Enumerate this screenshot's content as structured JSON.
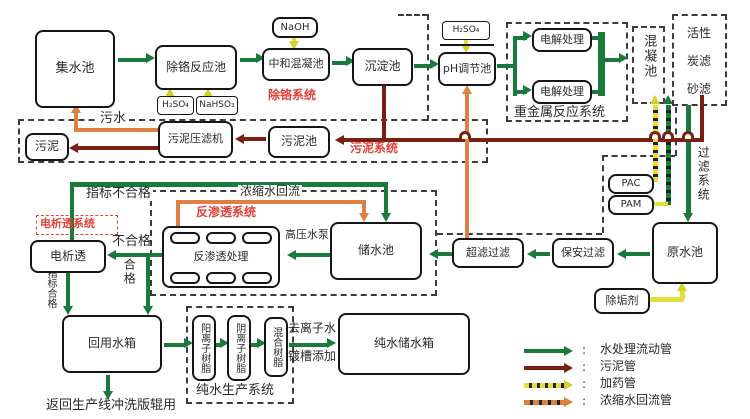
{
  "diagram": {
    "boxes": {
      "jishuichi": "集水池",
      "chuge_fanyingchi": "除铬反应池",
      "h2so4_a": "H₂SO₄",
      "nahso3": "NaHSO₃",
      "naoh": "NaOH",
      "zhonghe_hunningchi": "中和混凝池",
      "chendianchi": "沉淀池",
      "h2so4_b": "H₂SO₄",
      "ph_tiaojiechi": "pH调节池",
      "dianjie_chuli_1": "电解处理",
      "dianjie_chuli_2": "电解处理",
      "hunningchi": "混凝池",
      "huoxing_l1": "活性",
      "huoxing_l2": "炭滤",
      "huoxing_l3": "砂滤",
      "wuni": "污泥",
      "wuni_yalvji": "污泥压滤机",
      "wunichi": "污泥池",
      "pac": "PAC",
      "pam": "PAM",
      "dianxitou": "电析透",
      "fanshentou_chuli": "反渗透处理",
      "chushuichi": "储水池",
      "chaolv_guolv": "超滤过滤",
      "baoan_guolv": "保安过滤",
      "yuanshuichi": "原水池",
      "chugouji": "除垢剂",
      "huiyong_shuixiang": "回用水箱",
      "yang_lizi_shuzhi": "阳离子树脂",
      "yin_lizi_shuzhi": "阴离子树脂",
      "hunhe_shuzhi": "混合树脂",
      "chunshui_chushuixiang": "纯水储水箱"
    },
    "labels": {
      "wushui": "污水",
      "chuge_xitong": "除铬系统",
      "zhongjinshu_xitong": "重金属反应系统",
      "wuni_xitong": "污泥系统",
      "guolv_xitong": "过滤系统",
      "zhibiao_buhege": "指标不合格",
      "nongsuoshui_huiliu": "浓缩水回流",
      "fanshentou_xitong": "反渗透系统",
      "dianxitou_xitong": "电析透系统",
      "buhege": "不合格",
      "hege": "合格",
      "zhibiao_hege": "指标合格",
      "gaoya_shuibeng": "高压水泵",
      "qulizishui": "去离子水",
      "ducao_tianjia": "镀槽添加",
      "chunshui_xitong": "纯水生产系统",
      "fanhui_shengchanxian": "返回生产线冲洗版辊用"
    },
    "legend": {
      "colon": ":",
      "items": [
        {
          "label": "水处理流动管"
        },
        {
          "label": "污泥管"
        },
        {
          "label": "加药管"
        },
        {
          "label": "浓缩水回流管"
        }
      ]
    },
    "colors": {
      "flow_green": "#1a7a3c",
      "sludge_maroon": "#7a2013",
      "dosing_yellow": "#e4de3c",
      "return_orange": "#dd8040",
      "system_red": "#e6403a"
    }
  }
}
